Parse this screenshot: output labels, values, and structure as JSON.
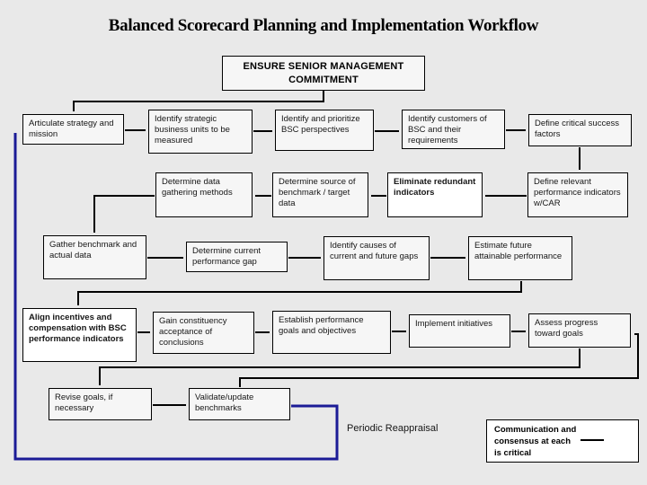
{
  "title": "Balanced Scorecard Planning and Implementation Workflow",
  "colors": {
    "background": "#e9e9e9",
    "box_fill": "#f6f6f6",
    "highlight_box_fill": "#ffffff",
    "connector": "#000000",
    "reappraisal_loop": "#1b1b96"
  },
  "top_box": {
    "label": "ENSURE SENIOR MANAGEMENT COMMITMENT"
  },
  "nodes": {
    "articulate_strategy": {
      "label": "Articulate strategy and mission",
      "emphasis": false
    },
    "identify_sbu": {
      "label": "Identify strategic business units to be measured",
      "emphasis": false
    },
    "identify_perspectives": {
      "label": "Identify and prioritize BSC perspectives",
      "emphasis": false
    },
    "identify_customers": {
      "label": "Identify customers of BSC and their requirements",
      "emphasis": false
    },
    "define_csf": {
      "label": "Define critical success factors",
      "emphasis": false
    },
    "determine_methods": {
      "label": "Determine data gathering methods",
      "emphasis": false
    },
    "determine_source": {
      "label": "Determine source of benchmark / target data",
      "emphasis": false
    },
    "eliminate_indicators": {
      "label": "Eliminate redundant indicators",
      "emphasis": true
    },
    "define_indicators": {
      "label": "Define relevant performance indicators w/CAR",
      "emphasis": false
    },
    "gather_data": {
      "label": "Gather benchmark and actual data",
      "emphasis": false
    },
    "determine_gap": {
      "label": "Determine current performance gap",
      "emphasis": false
    },
    "identify_causes": {
      "label": "Identify causes of current and future gaps",
      "emphasis": false
    },
    "estimate_performance": {
      "label": "Estimate future attainable performance",
      "emphasis": false
    },
    "align_incentives": {
      "label": "Align incentives and compensation with BSC performance indicators",
      "emphasis": true
    },
    "gain_acceptance": {
      "label": "Gain constituency acceptance of conclusions",
      "emphasis": false
    },
    "establish_goals": {
      "label": "Establish performance goals and objectives",
      "emphasis": false
    },
    "implement_initiatives": {
      "label": "Implement initiatives",
      "emphasis": false
    },
    "assess_progress": {
      "label": "Assess progress toward goals",
      "emphasis": false
    },
    "revise_goals": {
      "label": "Revise goals, if necessary",
      "emphasis": false
    },
    "validate_benchmarks": {
      "label": "Validate/update benchmarks",
      "emphasis": false
    }
  },
  "annotations": {
    "periodic_reappraisal": "Periodic Reappraisal",
    "note_lines": [
      "Communication and",
      "consensus at each",
      "is critical"
    ],
    "note_arrow_icon": "right-arrow"
  }
}
